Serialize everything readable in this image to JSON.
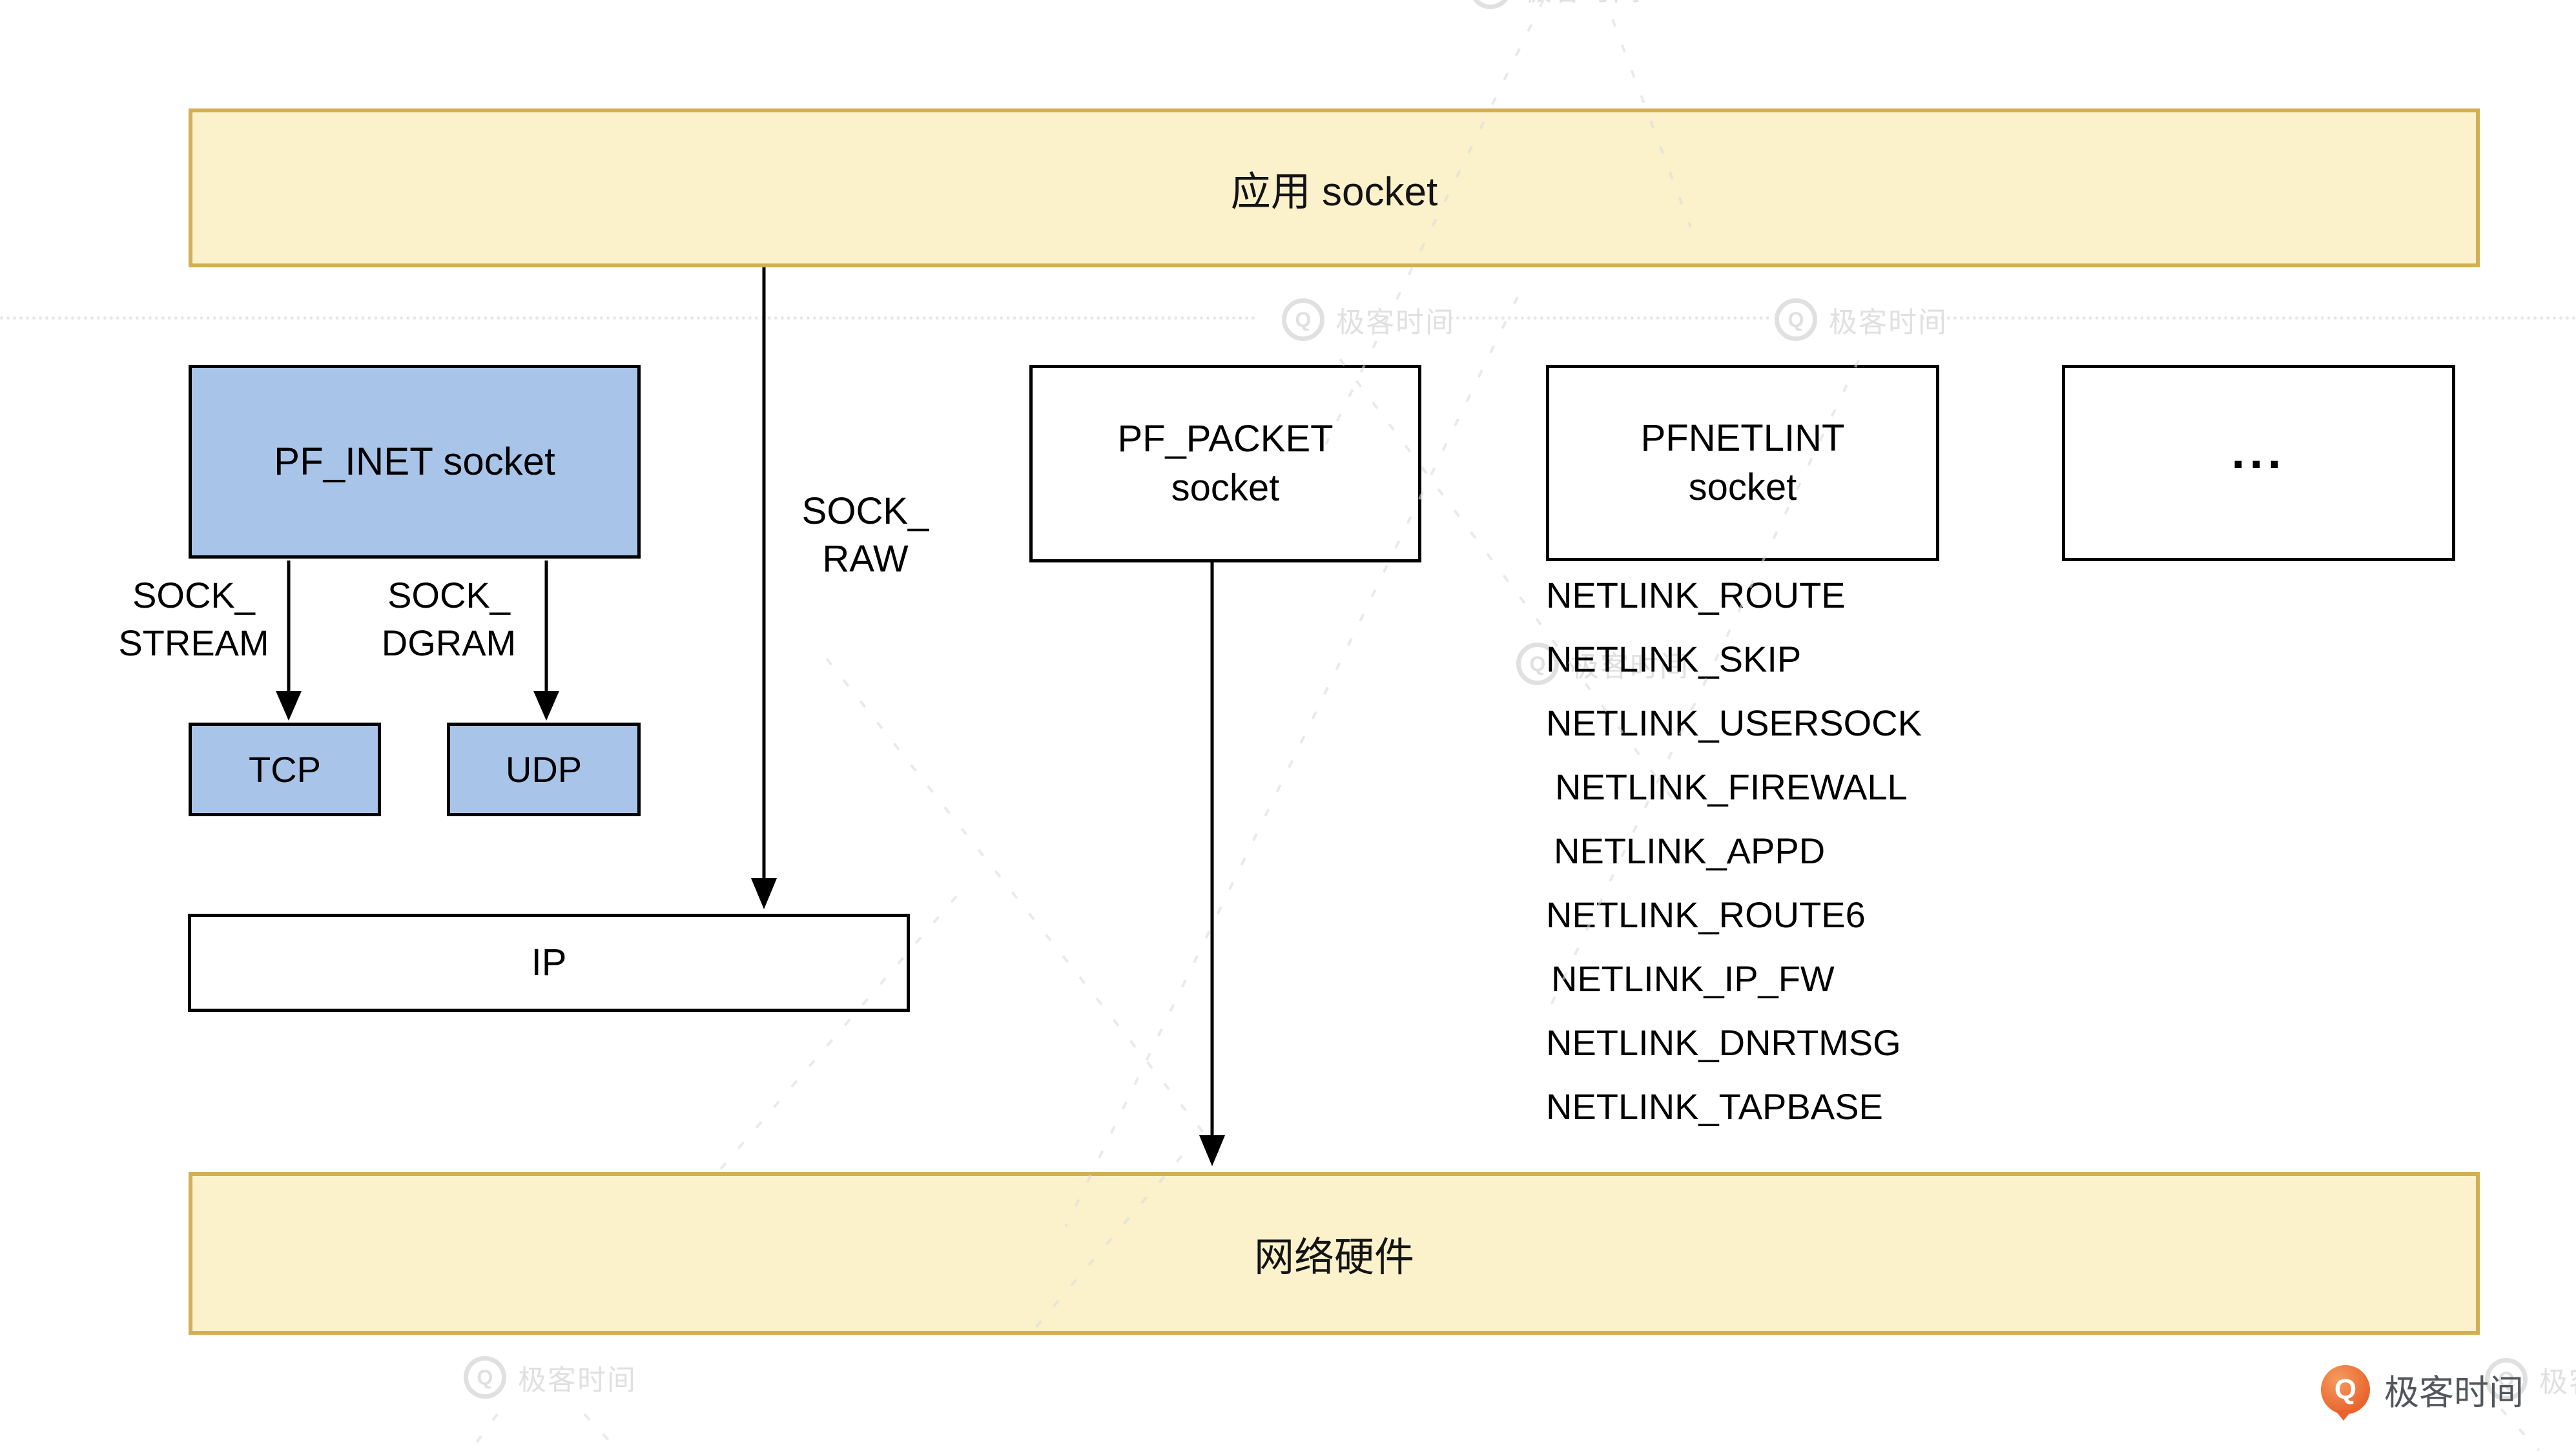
{
  "colors": {
    "band_fill": "#FBF1CB",
    "band_border": "#D2AF55",
    "blue_fill": "#A9C4E9",
    "node_border": "#000000",
    "watermark_gray": "#E0E0E0",
    "brand_orange": "#E8632B",
    "brand_text_gray": "#53575B"
  },
  "top_band": {
    "label": "应用 socket"
  },
  "bottom_band": {
    "label": "网络硬件"
  },
  "boxes": {
    "pf_inet": {
      "label": "PF_INET socket"
    },
    "tcp": {
      "label": "TCP"
    },
    "udp": {
      "label": "UDP"
    },
    "ip": {
      "label": "IP"
    },
    "pf_packet": {
      "line1": "PF_PACKET",
      "line2": "socket"
    },
    "pf_netlink": {
      "line1": "PFNETLINT",
      "line2": "socket"
    },
    "more": {
      "label": "..."
    }
  },
  "edge_labels": {
    "sock_stream_line1": "SOCK_",
    "sock_stream_line2": "STREAM",
    "sock_dgram_line1": "SOCK_",
    "sock_dgram_line2": "DGRAM",
    "sock_raw_line1": "SOCK_",
    "sock_raw_line2": "RAW"
  },
  "netlink_types": [
    "NETLINK_ROUTE",
    "NETLINK_SKIP",
    "NETLINK_USERSOCK",
    "NETLINK_FIREWALL",
    "NETLINK_APPD",
    "NETLINK_ROUTE6",
    "NETLINK_IP_FW",
    "NETLINK_DNRTMSG",
    "NETLINK_TAPBASE"
  ],
  "watermark": {
    "brand": "极客时间",
    "logo_glyph": "Q"
  }
}
